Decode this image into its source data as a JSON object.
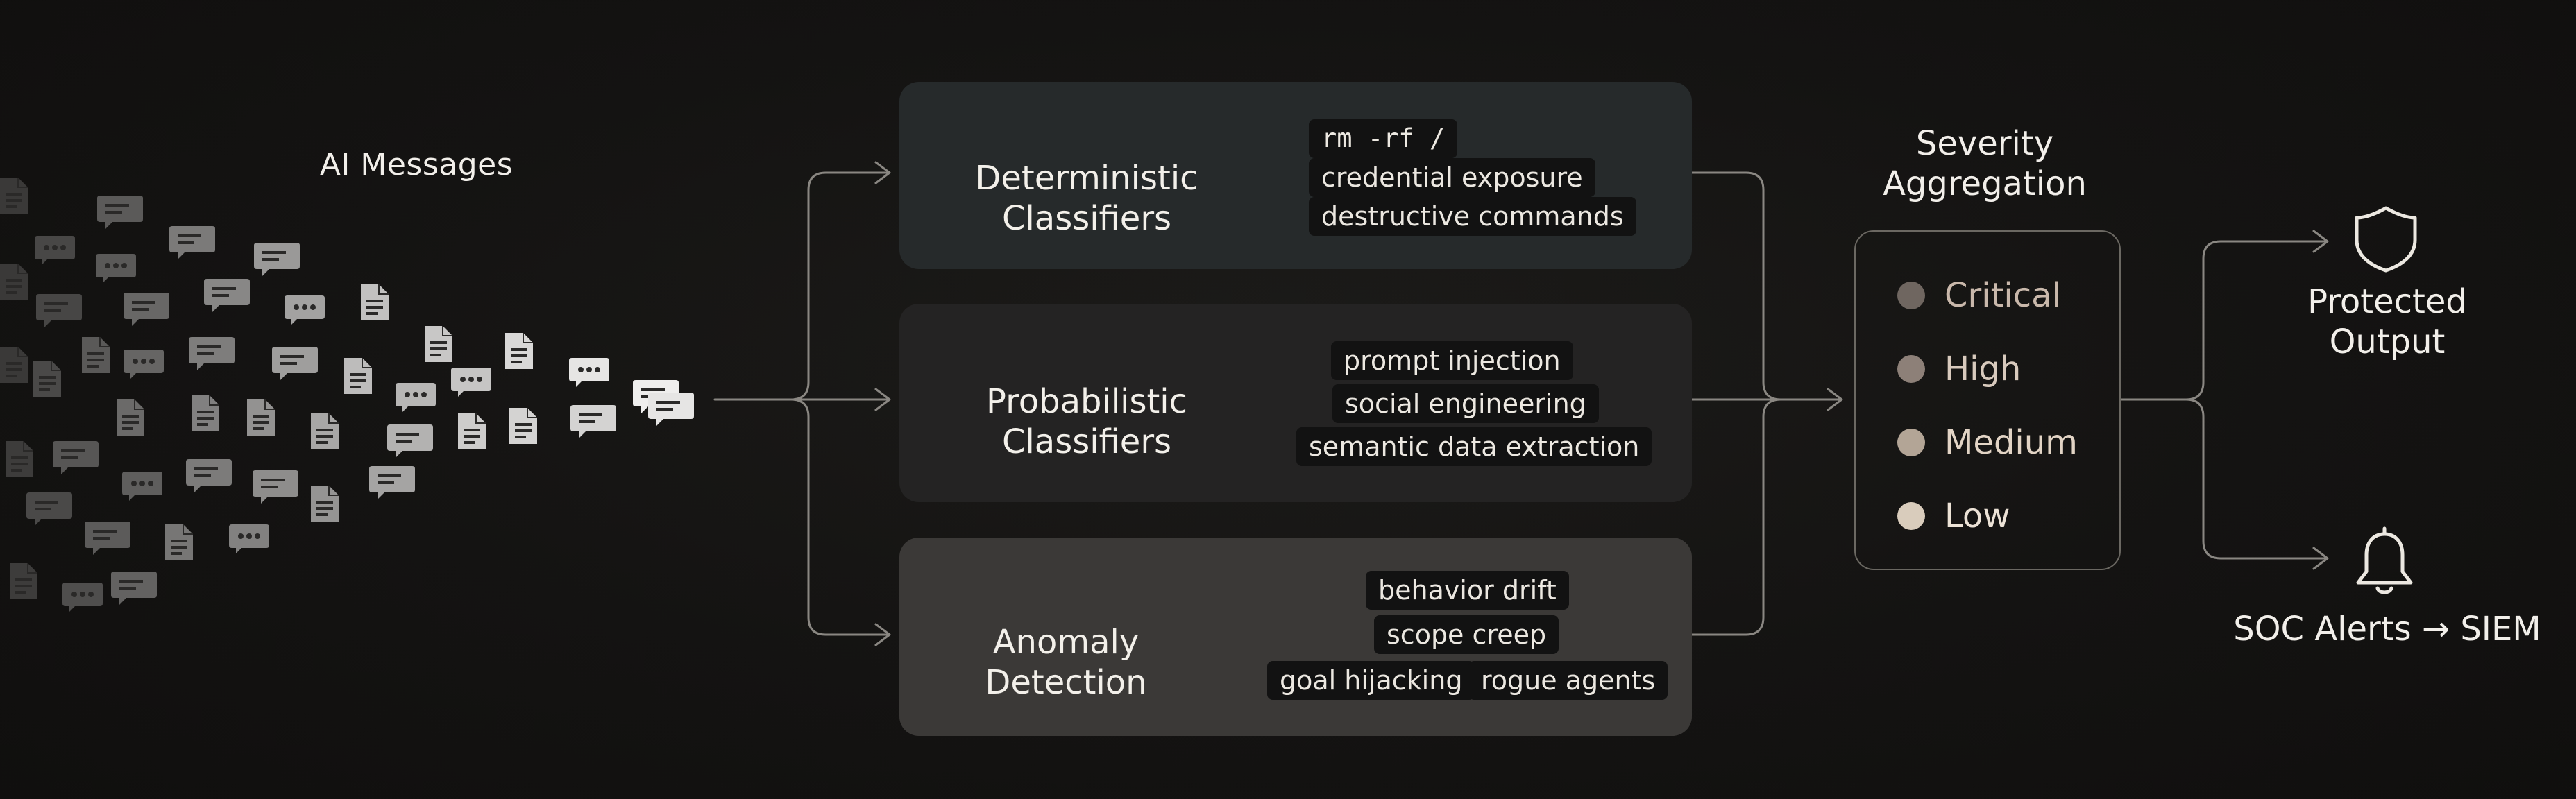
{
  "source": {
    "title": "AI Messages"
  },
  "classifiers": [
    {
      "title": "Deterministic\nClassifiers",
      "icon": "settings-window-icon",
      "tags": [
        "rm -rf /",
        "credential exposure",
        "destructive commands"
      ]
    },
    {
      "title": "Probabilistic\nClassifiers",
      "icon": "brain-icon",
      "tags": [
        "prompt injection",
        "social engineering",
        "semantic data extraction"
      ]
    },
    {
      "title": "Anomaly\nDetection",
      "icon": "pulse-icon",
      "tags": [
        "behavior drift",
        "scope creep",
        "goal hijacking",
        "rogue agents"
      ]
    }
  ],
  "severity": {
    "title": "Severity\nAggregation",
    "levels": [
      {
        "label": "Critical",
        "color": "#6f6660",
        "text_color": "#c9b8ab"
      },
      {
        "label": "High",
        "color": "#8d8078",
        "text_color": "#d8cabd"
      },
      {
        "label": "Medium",
        "color": "#b3a596",
        "text_color": "#e2d4c5"
      },
      {
        "label": "Low",
        "color": "#d9ccbc",
        "text_color": "#ece2d6"
      }
    ]
  },
  "outputs": [
    {
      "label": "Protected\nOutput",
      "icon": "shield-icon"
    },
    {
      "label": "SOC Alerts → SIEM",
      "icon": "bell-icon"
    }
  ],
  "colors": {
    "background": "#141312",
    "connector": "#8a8782",
    "chip_bg": "#121212"
  }
}
